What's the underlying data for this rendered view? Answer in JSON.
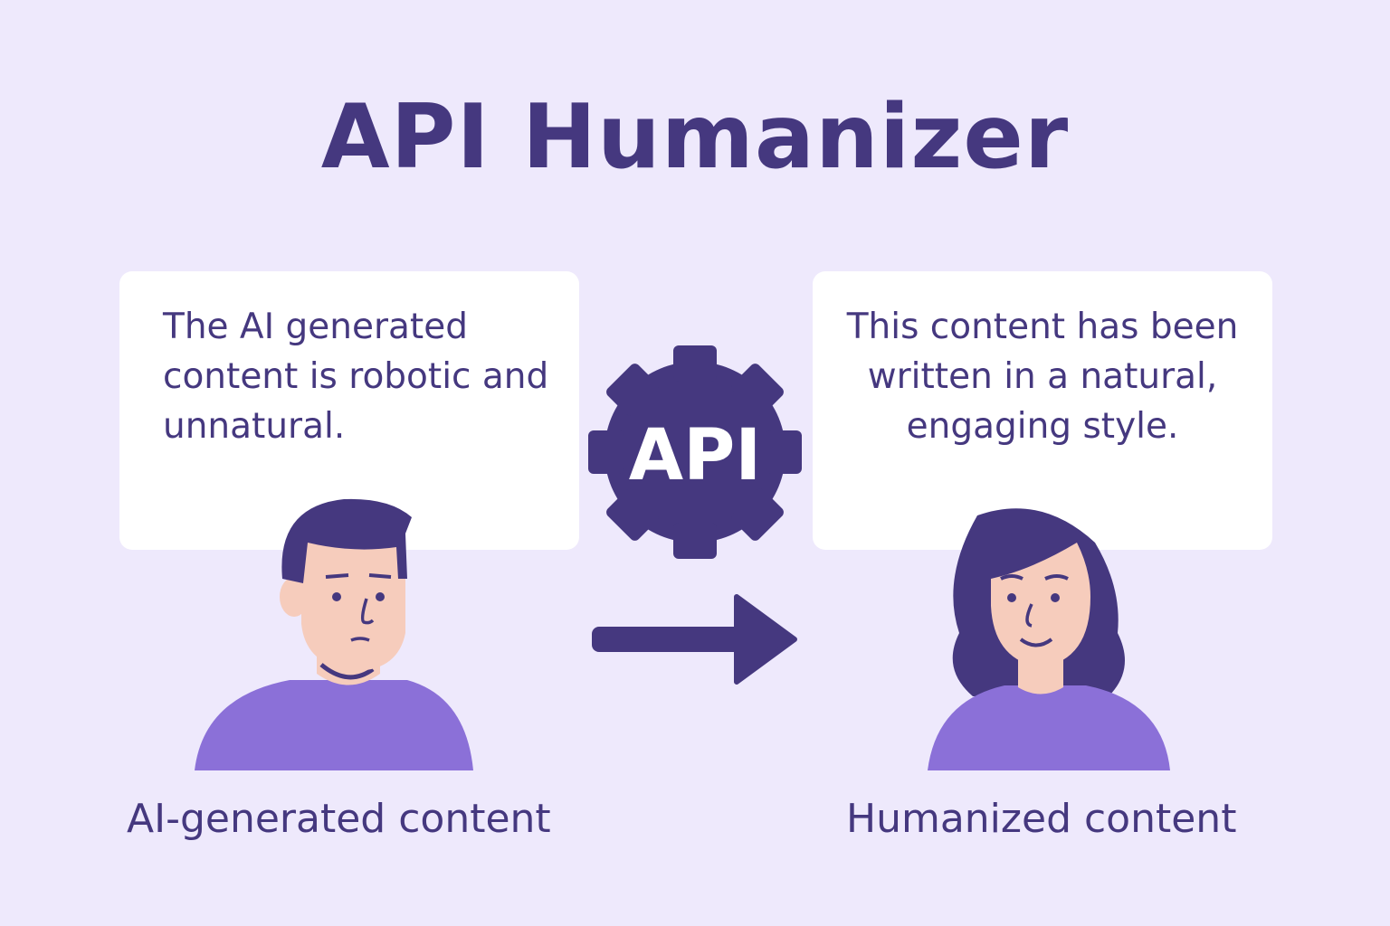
{
  "title": "API Humanizer",
  "left_panel": {
    "text": "The AI generated content is robotic and unnatural.",
    "caption": "AI-generated content"
  },
  "right_panel": {
    "text": "This content has been written in a natural, engaging style.",
    "caption": "Humanized content"
  },
  "center": {
    "gear_label": "API",
    "icon": "gear-icon",
    "arrow": "arrow-right-icon"
  },
  "colors": {
    "background": "#EEE9FC",
    "primary": "#45387F",
    "shirt": "#8B70D8",
    "skin": "#F6CCBC",
    "card": "#FFFFFF"
  }
}
